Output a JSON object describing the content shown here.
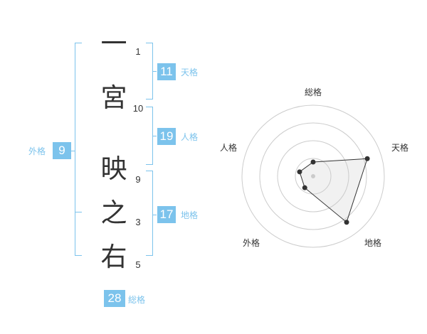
{
  "name": {
    "characters": [
      {
        "char": "一",
        "strokes": "1"
      },
      {
        "char": "宮",
        "strokes": "10"
      },
      {
        "char": "映",
        "strokes": "9"
      },
      {
        "char": "之",
        "strokes": "3"
      },
      {
        "char": "右",
        "strokes": "5"
      }
    ]
  },
  "fortunes": {
    "tenkaku": {
      "label": "天格",
      "value": "11"
    },
    "jinkaku": {
      "label": "人格",
      "value": "19"
    },
    "chikaku": {
      "label": "地格",
      "value": "17"
    },
    "gaikaku": {
      "label": "外格",
      "value": "9"
    },
    "soukaku": {
      "label": "総格",
      "value": "28"
    }
  },
  "accent_color": "#7cc3ec",
  "chart_data": {
    "type": "radar",
    "axes": [
      "総格",
      "天格",
      "地格",
      "外格",
      "人格"
    ],
    "rings": 4,
    "max": 4,
    "values": [
      1,
      4,
      4,
      1,
      1
    ]
  }
}
